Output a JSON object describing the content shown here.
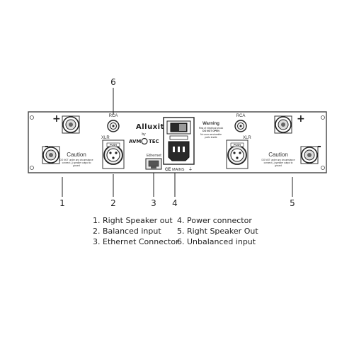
{
  "callouts": [
    "1",
    "2",
    "3",
    "4",
    "5",
    "6"
  ],
  "legend": {
    "left": [
      "1. Right Speaker out",
      "2. Balanced input",
      "3. Ethernet Connector"
    ],
    "right": [
      "4. Power connector",
      "5. Right Speaker Out",
      "6. Unbalanced input"
    ]
  },
  "panel": {
    "brand": "Alluxity",
    "by": "by",
    "maker": "AVM",
    "maker2": "TEC",
    "rca_left": "RCA",
    "rca_right": "RCA",
    "xlr_left": "XLR",
    "xlr_right": "XLR",
    "push_label": "PUSH",
    "ethernet": "Ethernet",
    "mains": "MAINS",
    "ce": "CE",
    "plus": "+",
    "minus": "-",
    "caution_title": "Caution",
    "caution_text": [
      "DO NOT under any circumstance",
      "connect (-) speaker output to",
      "ground"
    ],
    "warning_title": "Warning",
    "warning_text": [
      "Risk of electrical shock",
      "DO NOT OPEN",
      "No user serviceable",
      "parts inside"
    ]
  }
}
